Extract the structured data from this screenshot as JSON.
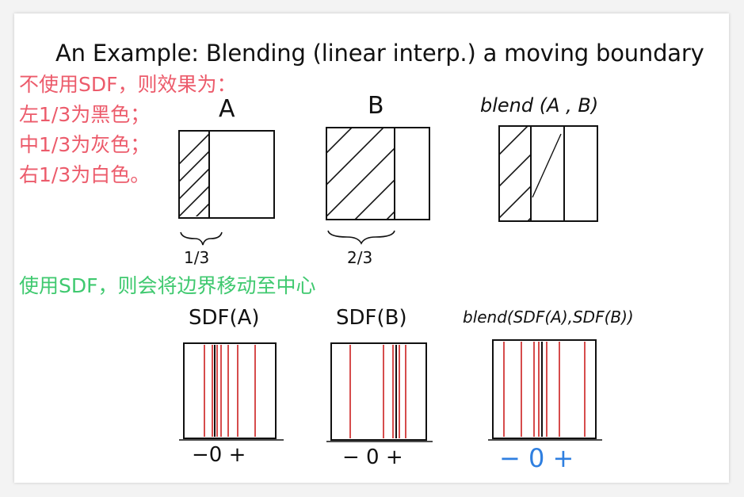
{
  "title": "An Example: Blending (linear interp.) a moving boundary",
  "notes_without_sdf": [
    "不使用SDF，则效果为：",
    "左1/3为黑色；",
    "中1/3为灰色；",
    "右1/3为白色。"
  ],
  "note_with_sdf": "使用SDF，则会将边界移动至中心",
  "top_row": {
    "label_a": "A",
    "label_b": "B",
    "label_blend": "blend (A , B)",
    "brace_a": "1/3",
    "brace_b": "2/3"
  },
  "bottom_row": {
    "label_sdf_a": "SDF(A)",
    "label_sdf_b": "SDF(B)",
    "label_blend_sdf": "blend(SDF(A),SDF(B))",
    "axis_a": "−0 +",
    "axis_b": "−  0 +",
    "axis_blend": "− 0 +"
  },
  "colors": {
    "red_note": "#ec5b6b",
    "green_note": "#3fc96f",
    "blue_axis": "#2f7fe0",
    "red_lines": "#cc1f1f",
    "ink": "#111111"
  }
}
